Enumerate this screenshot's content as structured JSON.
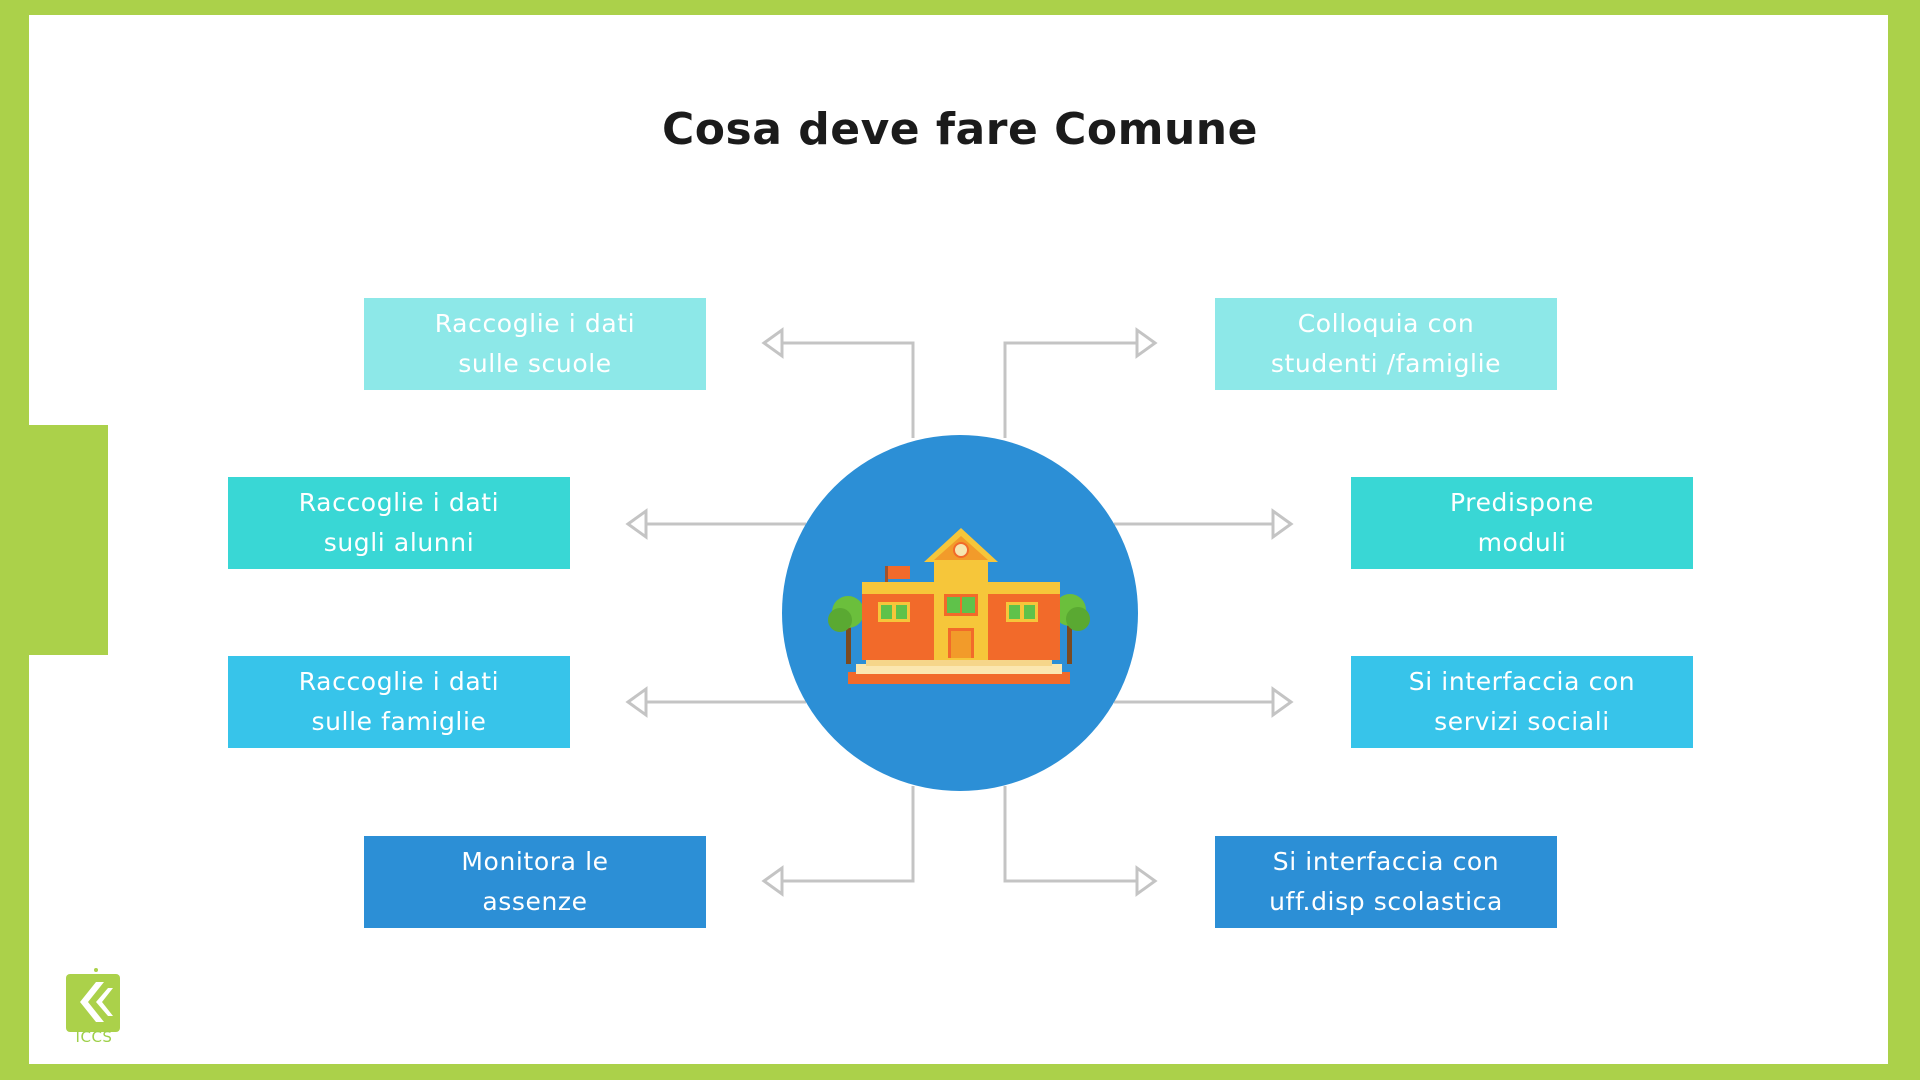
{
  "title": "Cosa deve fare Comune",
  "colors": {
    "frame": "#abd14a",
    "hub": "#2c8fd6",
    "connector": "#c4c4c4"
  },
  "hub_icon": "school-building-icon",
  "boxes": [
    {
      "id": "top-left",
      "text": "Raccoglie i dati\nsulle scuole",
      "color": "#8de8e8"
    },
    {
      "id": "top-right",
      "text": "Colloquia con\nstudenti /famiglie",
      "color": "#8de8e8"
    },
    {
      "id": "upper-left",
      "text": "Raccoglie i dati\nsugli alunni",
      "color": "#39d7d5"
    },
    {
      "id": "upper-right",
      "text": "Predispone\nmoduli",
      "color": "#39d7d5"
    },
    {
      "id": "lower-left",
      "text": "Raccoglie i dati\nsulle famiglie",
      "color": "#37c4ea"
    },
    {
      "id": "lower-right",
      "text": "Si interfaccia con\nservizi sociali",
      "color": "#37c4ea"
    },
    {
      "id": "bottom-left",
      "text": "Monitora le\nassenze",
      "color": "#2c8fd6"
    },
    {
      "id": "bottom-right",
      "text": "Si interfaccia con\nuff.disp scolastica",
      "color": "#2c8fd6"
    }
  ],
  "logo": {
    "text": "ICCS",
    "icon": "iccs-logo-icon"
  }
}
